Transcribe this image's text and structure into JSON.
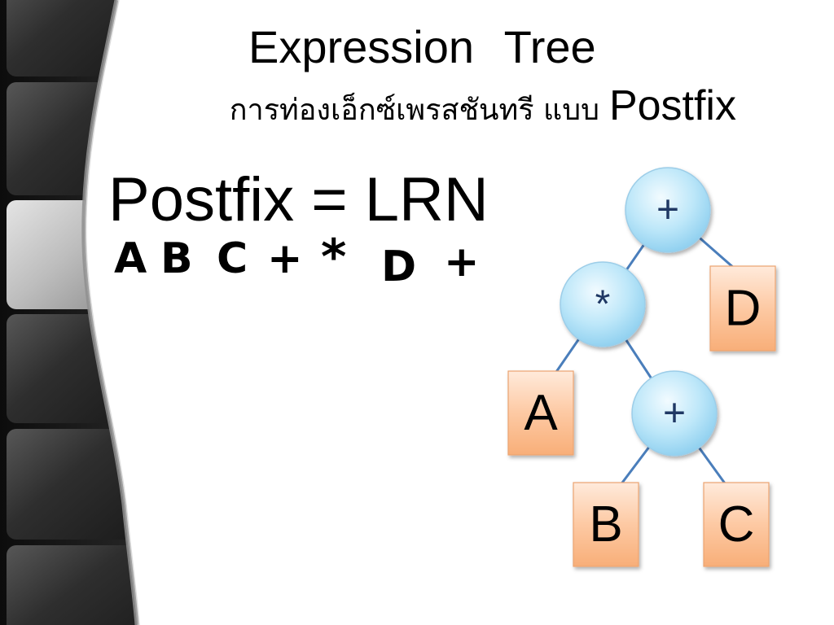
{
  "slide": {
    "title": "Expression Tree",
    "subtitle": {
      "thai": "การท่องเอ็กซ์เพรสชันทรี แบบ",
      "latin": "Postfix"
    },
    "definition": "Postfix = LRN",
    "sequence": [
      "A",
      "B",
      "C",
      "+",
      "*",
      "D",
      "+"
    ]
  },
  "tree": {
    "nodes": [
      {
        "value": "+"
      },
      {
        "value": "*"
      },
      {
        "value": "D"
      },
      {
        "value": "A"
      },
      {
        "value": "+"
      },
      {
        "value": "B"
      },
      {
        "value": "C"
      }
    ],
    "edges": [
      [
        0,
        1
      ],
      [
        0,
        2
      ],
      [
        1,
        3
      ],
      [
        1,
        4
      ],
      [
        4,
        5
      ],
      [
        4,
        6
      ]
    ]
  },
  "colors": {
    "operator_node": "#BDE7F9",
    "operand_node": "#FDC9A3",
    "edge": "#4A7EBB",
    "operator_text": "#1F3864"
  }
}
